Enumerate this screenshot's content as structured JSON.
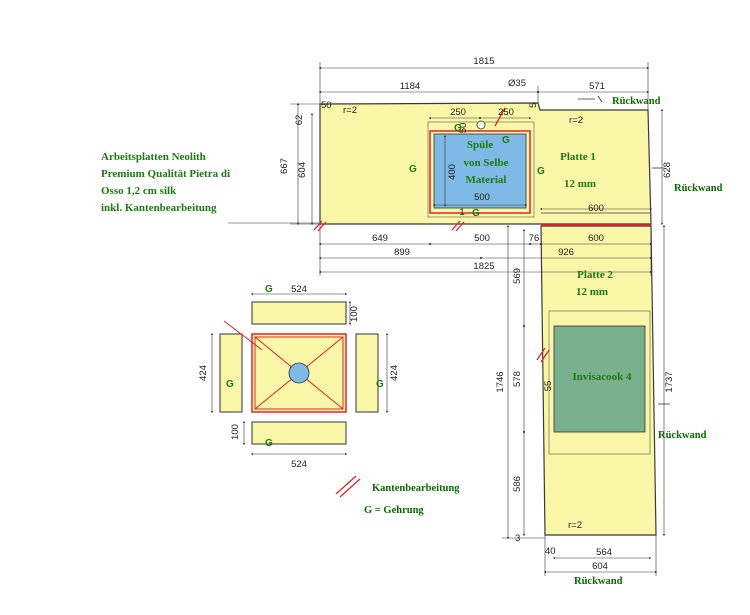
{
  "colors": {
    "slab": "#fbf7a9",
    "outline": "#3a3a3a",
    "sink": "#7fb9e6",
    "hob": "#79b08e",
    "red": "#e0242a",
    "text_green": "#1d7a12"
  },
  "description_lines": [
    "Arbeitsplatten Neolith",
    "Premium Qualität Pietra di",
    "Osso 1,2 cm silk",
    "inkl. Kantenbearbeitung"
  ],
  "dims": {
    "d1815": "1815",
    "d1184": "1184",
    "d571": "571",
    "d35": "Ø35",
    "d250a": "250",
    "d250b": "250",
    "d50": "50",
    "d5": "5",
    "d62": "62",
    "d667": "667",
    "d604": "604",
    "d628": "628",
    "d400": "400",
    "d500a": "500",
    "d500b": "500",
    "d600a": "600",
    "d600b": "600",
    "d649": "649",
    "d76": "76",
    "d899": "899",
    "d926": "926",
    "d1825": "1825",
    "d569": "569",
    "d578": "578",
    "d1746": "1746",
    "d1737": "1737",
    "d55": "55",
    "d586": "586",
    "d40": "40",
    "d564": "564",
    "d604b": "604",
    "d3": "3",
    "d524a": "524",
    "d524b": "524",
    "d100a": "100",
    "d100b": "100",
    "d424a": "424",
    "d424b": "424",
    "r2a": "r=2",
    "r2b": "r=2",
    "r2c": "r=2",
    "d50b": "50",
    "d1": "1"
  },
  "labels": {
    "rueckwand_top": "Rückwand",
    "rueckwand_right1": "Rückwand",
    "rueckwand_right2": "Rückwand",
    "rueckwand_bottom": "Rückwand",
    "platte1": "Platte 1",
    "platte1_mm": "12 mm",
    "platte2": "Platte 2",
    "platte2_mm": "12 mm",
    "spuele_l1": "Spüle",
    "spuele_l2": "von Selbe",
    "spuele_l3": "Material",
    "hob": "Invisacook 4",
    "kanten": "Kantenbearbeitung",
    "gehrung": "G = Gehrung"
  },
  "g_markers": {
    "g1": "G",
    "g2": "G",
    "g3": "G",
    "g4": "G",
    "g5": "G",
    "g6": "G",
    "g7": "G",
    "g8": "G",
    "g9": "G"
  }
}
